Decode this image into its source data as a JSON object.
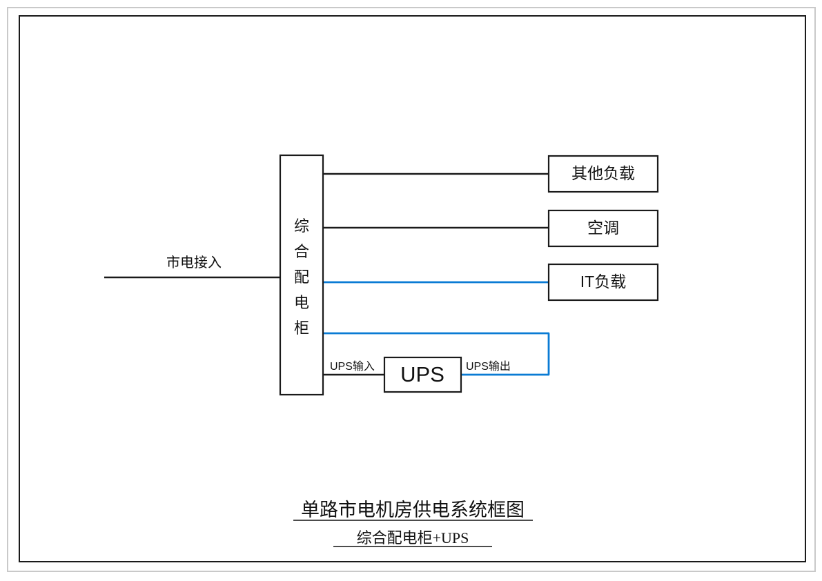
{
  "diagram": {
    "title": "单路市电机房供电系统框图",
    "subtitle": "综合配电柜+UPS",
    "source": {
      "label": "市电接入"
    },
    "cabinet": {
      "label": "综合配电柜",
      "chars": [
        "综",
        "合",
        "配",
        "电",
        "柜"
      ]
    },
    "ups": {
      "label": "UPS",
      "input_label": "UPS输入",
      "output_label": "UPS输出"
    },
    "loads": [
      {
        "label": "其他负载",
        "wire": "black"
      },
      {
        "label": "空调",
        "wire": "black"
      },
      {
        "label": "IT负载",
        "wire": "blue"
      }
    ],
    "colors": {
      "wire_black": "#1a1a1a",
      "wire_blue": "#0a7bd4",
      "box_stroke": "#1a1a1a",
      "frame_outer": "#c9c9c9",
      "frame_inner": "#1a1a1a",
      "background": "#ffffff"
    }
  }
}
